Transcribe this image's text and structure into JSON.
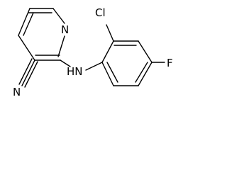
{
  "molecule": {
    "atoms": {
      "pyridine_n": "N",
      "nitrile_n": "N",
      "amine": "HN",
      "chlorine": "Cl",
      "fluorine": "F"
    }
  }
}
